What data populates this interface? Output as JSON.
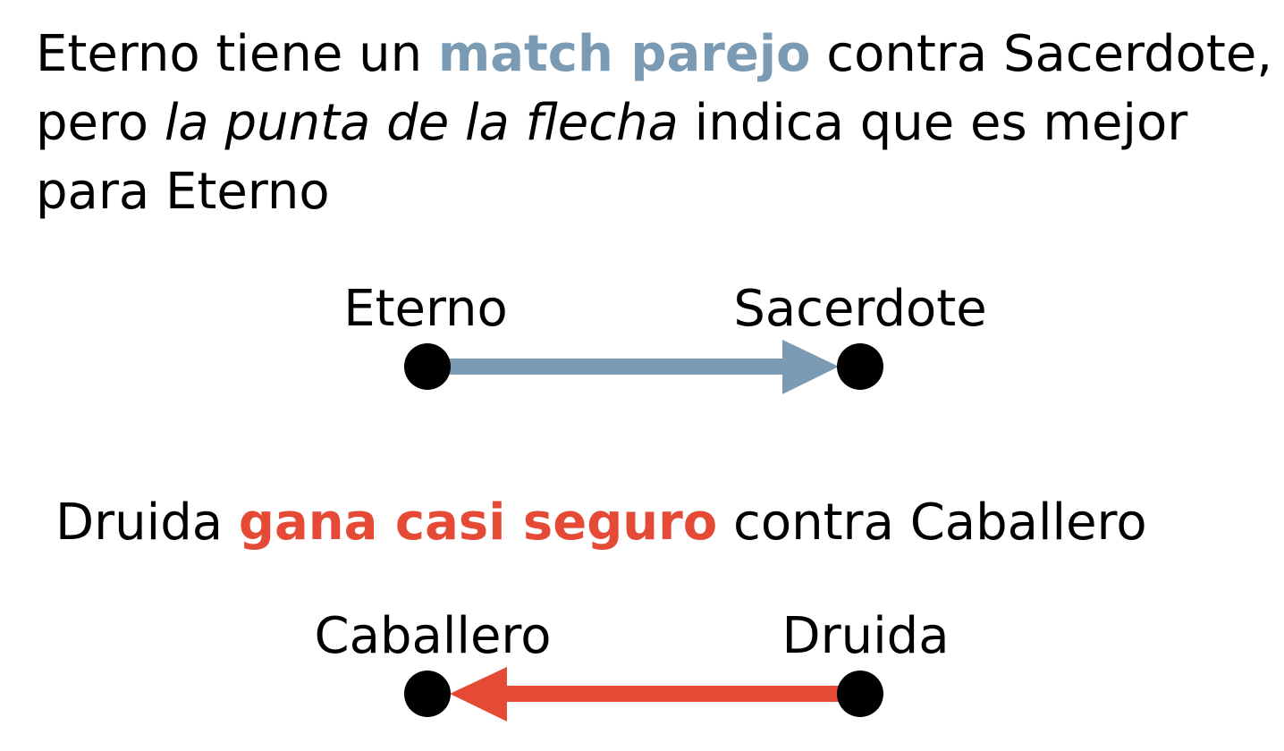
{
  "sentence1": {
    "part1": "Eterno tiene un ",
    "highlight": "match parejo",
    "part2": " contra Sacerdote,",
    "line2_start": "pero ",
    "italic": "la punta de la flecha",
    "line2_end": " indica que es mejor",
    "line3": "para Eterno"
  },
  "diagram1": {
    "left_label": "Eterno",
    "right_label": "Sacerdote",
    "arrow_direction": "left-to-right",
    "arrow_color": "#7a9bb3"
  },
  "sentence2": {
    "part1": "Druida ",
    "highlight": "gana casi seguro",
    "part2": " contra Caballero"
  },
  "diagram2": {
    "left_label": "Caballero",
    "right_label": "Druida",
    "arrow_direction": "right-to-left",
    "arrow_color": "#e44a35"
  },
  "colors": {
    "text": "#000000",
    "even_match": "#7a9bb3",
    "sure_win": "#e44a35",
    "node": "#000000"
  }
}
